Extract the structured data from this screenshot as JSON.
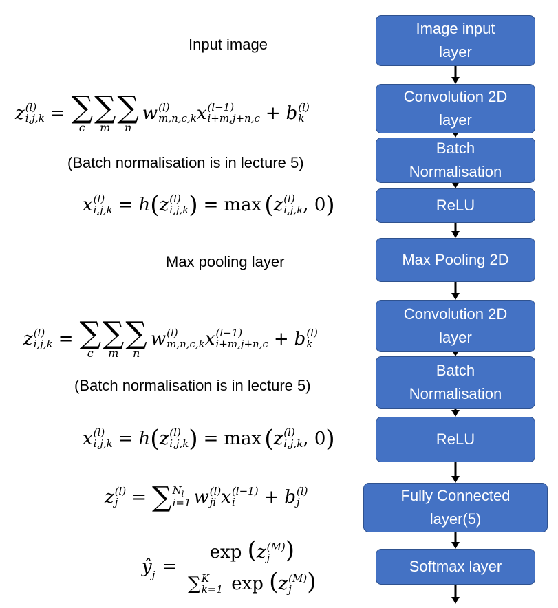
{
  "flowchart": {
    "boxes": [
      {
        "id": "image-input",
        "lines": [
          "Image input",
          "layer"
        ]
      },
      {
        "id": "conv2d-1",
        "lines": [
          "Convolution 2D",
          "layer"
        ]
      },
      {
        "id": "batchnorm-1",
        "lines": [
          "Batch",
          "Normalisation"
        ]
      },
      {
        "id": "relu-1",
        "lines": [
          "ReLU"
        ]
      },
      {
        "id": "maxpool",
        "lines": [
          "Max Pooling 2D"
        ]
      },
      {
        "id": "conv2d-2",
        "lines": [
          "Convolution 2D",
          "layer"
        ]
      },
      {
        "id": "batchnorm-2",
        "lines": [
          "Batch",
          "Normalisation"
        ]
      },
      {
        "id": "relu-2",
        "lines": [
          "ReLU"
        ]
      },
      {
        "id": "fully-connected",
        "lines": [
          "Fully Connected",
          "layer(5)"
        ]
      },
      {
        "id": "softmax",
        "lines": [
          "Softmax layer"
        ]
      }
    ],
    "box_color": "#4472c4",
    "arrow_color": "#000000"
  },
  "annotations": {
    "input_image": "Input image",
    "batchnorm_note_1": "(Batch normalisation is in lecture 5)",
    "max_pooling": "Max pooling layer",
    "batchnorm_note_2": "(Batch normalisation is in lecture 5)"
  },
  "equations": {
    "conv": {
      "z": "z",
      "z_sup": "(l)",
      "z_sub": "i,j,k",
      "sum_c": "c",
      "sum_m": "m",
      "sum_n": "n",
      "w": "w",
      "w_sup": "(l)",
      "w_sub": "m,n,c,k",
      "x": "x",
      "x_sup": "(l−1)",
      "x_sub": "i+m,j+n,c",
      "b": "b",
      "b_sup": "(l)",
      "b_sub": "k"
    },
    "relu": {
      "x": "x",
      "sup": "(l)",
      "sub": "i,j,k",
      "h": "h",
      "z": "z",
      "max": "max",
      "zero": "0"
    },
    "fc": {
      "z": "z",
      "z_sup": "(l)",
      "z_sub": "j",
      "sum_top": "N",
      "sum_top_sub": "l",
      "sum_bottom": "i=1",
      "w": "w",
      "w_sup": "(l)",
      "w_sub": "ji",
      "x": "x",
      "x_sup": "(l−1)",
      "x_sub": "i",
      "b": "b",
      "b_sup": "(l)",
      "b_sub": "j"
    },
    "softmax": {
      "yhat": "ŷ",
      "y_sub": "j",
      "exp": "exp",
      "z": "z",
      "z_sup": "(M)",
      "z_sub": "j",
      "sum_sym": "∑",
      "sum_top": "K",
      "sum_bottom": "k=1"
    }
  }
}
